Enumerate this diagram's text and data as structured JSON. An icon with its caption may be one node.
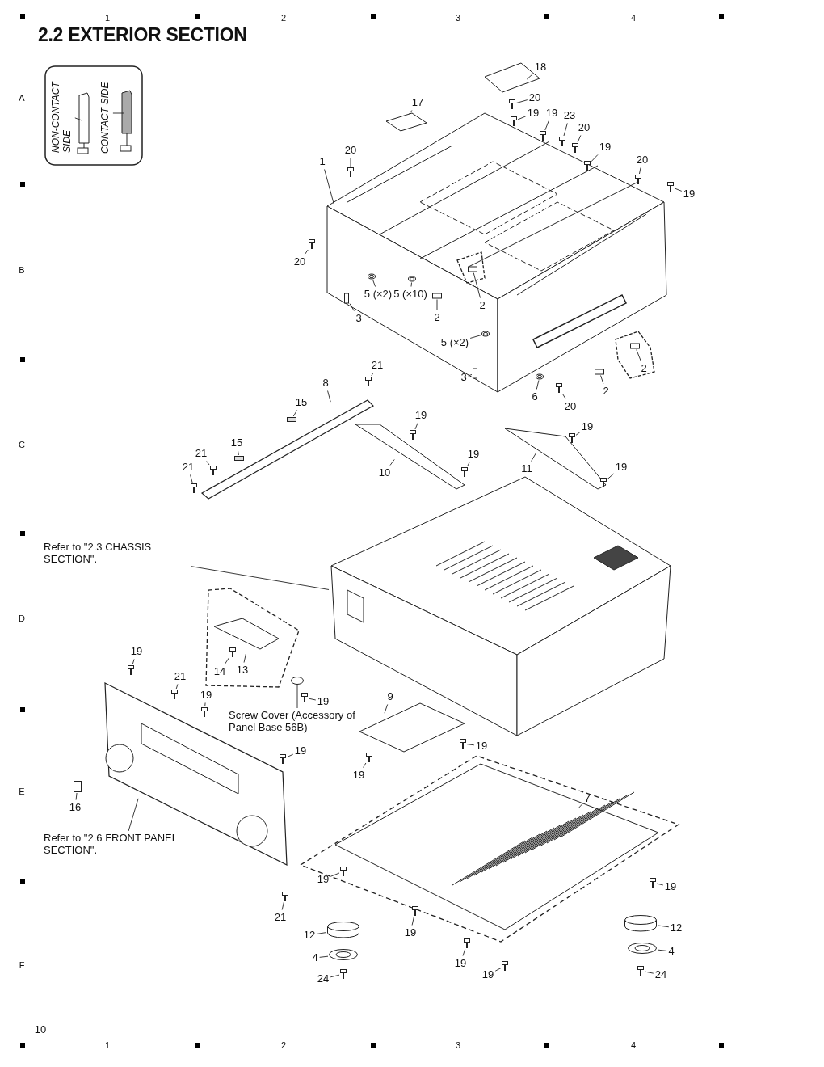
{
  "diagram": {
    "title": "2.2 EXTERIOR SECTION",
    "nodes": [
      {
        "text": [
          "NON-CONTACT SIDE"
        ]
      },
      {
        "text": [
          "CONTACT SIDE"
        ]
      },
      {
        "text": [
          "18"
        ]
      },
      {
        "text": [
          "17"
        ]
      },
      {
        "text": [
          "20"
        ]
      },
      {
        "text": [
          "19"
        ]
      },
      {
        "text": [
          "19"
        ]
      },
      {
        "text": [
          "23"
        ]
      },
      {
        "text": [
          "20"
        ]
      },
      {
        "text": [
          "19"
        ]
      },
      {
        "text": [
          "20"
        ]
      },
      {
        "text": [
          "1"
        ]
      },
      {
        "text": [
          "20"
        ]
      },
      {
        "text": [
          "19"
        ]
      },
      {
        "text": [
          "20"
        ]
      },
      {
        "text": [
          "5 (×2)"
        ]
      },
      {
        "text": [
          "5 (×10)"
        ]
      },
      {
        "text": [
          "2"
        ]
      },
      {
        "text": [
          "3"
        ]
      },
      {
        "text": [
          "2"
        ]
      },
      {
        "text": [
          "5 (×2)"
        ]
      },
      {
        "text": [
          "3"
        ]
      },
      {
        "text": [
          "6"
        ]
      },
      {
        "text": [
          "20"
        ]
      },
      {
        "text": [
          "2"
        ]
      },
      {
        "text": [
          "2"
        ]
      },
      {
        "text": [
          "21"
        ]
      },
      {
        "text": [
          "8"
        ]
      },
      {
        "text": [
          "15"
        ]
      },
      {
        "text": [
          "19"
        ]
      },
      {
        "text": [
          "15"
        ]
      },
      {
        "text": [
          "19"
        ]
      },
      {
        "text": [
          "21"
        ]
      },
      {
        "text": [
          "19"
        ]
      },
      {
        "text": [
          "21"
        ]
      },
      {
        "text": [
          "10"
        ]
      },
      {
        "text": [
          "11"
        ]
      },
      {
        "text": [
          "19"
        ]
      },
      {
        "text": [
          "Refer to \"2.3 CHASSIS SECTION\"."
        ]
      },
      {
        "text": [
          "19"
        ]
      },
      {
        "text": [
          "14"
        ]
      },
      {
        "text": [
          "13"
        ]
      },
      {
        "text": [
          "21"
        ]
      },
      {
        "text": [
          "19"
        ]
      },
      {
        "text": [
          "19"
        ]
      },
      {
        "text": [
          "9"
        ]
      },
      {
        "text": [
          "Screw Cover (Accessory of Panel Base 56B)"
        ]
      },
      {
        "text": [
          "19"
        ]
      },
      {
        "text": [
          "19"
        ]
      },
      {
        "text": [
          "19"
        ]
      },
      {
        "text": [
          "7"
        ]
      },
      {
        "text": [
          "16"
        ]
      },
      {
        "text": [
          "Refer to \"2.6 FRONT PANEL SECTION\"."
        ]
      },
      {
        "text": [
          "19"
        ]
      },
      {
        "text": [
          "19"
        ]
      },
      {
        "text": [
          "21"
        ]
      },
      {
        "text": [
          "12"
        ]
      },
      {
        "text": [
          "19"
        ]
      },
      {
        "text": [
          "12"
        ]
      },
      {
        "text": [
          "4"
        ]
      },
      {
        "text": [
          "4"
        ]
      },
      {
        "text": [
          "19"
        ]
      },
      {
        "text": [
          "24"
        ]
      },
      {
        "text": [
          "19"
        ]
      },
      {
        "text": [
          "24"
        ]
      },
      {
        "text": [],
        "shape": "screw"
      },
      {
        "text": [],
        "shape": "screw"
      },
      {
        "text": [],
        "shape": "screw"
      },
      {
        "text": [],
        "shape": "screw"
      },
      {
        "text": [],
        "shape": "screw"
      },
      {
        "text": [],
        "shape": "screw"
      },
      {
        "text": [],
        "shape": "screw"
      },
      {
        "text": [],
        "shape": "screw"
      },
      {
        "text": [],
        "shape": "screw"
      },
      {
        "text": [],
        "shape": "screw"
      },
      {
        "text": [],
        "shape": "ring"
      },
      {
        "text": [],
        "shape": "ring"
      },
      {
        "text": [],
        "shape": "block"
      },
      {
        "text": [],
        "shape": "block"
      },
      {
        "text": [],
        "shape": "block"
      },
      {
        "text": [],
        "shape": "ring"
      },
      {
        "text": [],
        "shape": "block"
      },
      {
        "text": [],
        "shape": "ring"
      },
      {
        "text": [],
        "shape": "screw"
      },
      {
        "text": [],
        "shape": "block"
      },
      {
        "text": [],
        "shape": "block"
      },
      {
        "text": [],
        "shape": "screw"
      },
      {
        "text": [],
        "shape": "clip"
      },
      {
        "text": [],
        "shape": "screw"
      },
      {
        "text": [],
        "shape": "clip"
      },
      {
        "text": [],
        "shape": "screw"
      },
      {
        "text": [],
        "shape": "screw"
      },
      {
        "text": [],
        "shape": "screw"
      },
      {
        "text": [],
        "shape": "screw"
      },
      {
        "text": [],
        "shape": "screw"
      },
      {
        "text": [],
        "shape": "screw"
      },
      {
        "text": [],
        "shape": "screw"
      },
      {
        "text": [],
        "shape": "screw"
      },
      {
        "text": [],
        "shape": "screw"
      },
      {
        "text": [],
        "shape": "screw"
      },
      {
        "text": [],
        "shape": "oval"
      },
      {
        "text": [],
        "shape": "screw"
      },
      {
        "text": [],
        "shape": "screw"
      },
      {
        "text": [],
        "shape": "screw"
      },
      {
        "text": [],
        "shape": "box"
      },
      {
        "text": [],
        "shape": "screw"
      },
      {
        "text": [],
        "shape": "screw"
      },
      {
        "text": [],
        "shape": "screw"
      },
      {
        "text": [],
        "shape": "cylinder"
      },
      {
        "text": [],
        "shape": "screw"
      },
      {
        "text": [],
        "shape": "cylinder"
      },
      {
        "text": [],
        "shape": "ring"
      },
      {
        "text": [],
        "shape": "ring"
      },
      {
        "text": [],
        "shape": "screw"
      },
      {
        "text": [],
        "shape": "screw"
      },
      {
        "text": [],
        "shape": "screw"
      },
      {
        "text": [],
        "shape": "screw"
      }
    ],
    "edges": [
      {
        "from": 0,
        "to": null,
        "arrow": "none"
      },
      {
        "from": 1,
        "to": null,
        "arrow": "none"
      },
      {
        "from": 2,
        "to": null,
        "arrow": "none"
      },
      {
        "from": 3,
        "to": null,
        "arrow": "none"
      },
      {
        "from": 4,
        "to": 65,
        "arrow": "none"
      },
      {
        "from": 5,
        "to": 66,
        "arrow": "none"
      },
      {
        "from": 6,
        "to": 67,
        "arrow": "none"
      },
      {
        "from": 7,
        "to": 68,
        "arrow": "none"
      },
      {
        "from": 8,
        "to": 69,
        "arrow": "none"
      },
      {
        "from": 9,
        "to": 70,
        "arrow": "none"
      },
      {
        "from": 10,
        "to": 71,
        "arrow": "none"
      },
      {
        "from": 11,
        "to": null,
        "arrow": "none"
      },
      {
        "from": 12,
        "to": 72,
        "arrow": "none"
      },
      {
        "from": 13,
        "to": 73,
        "arrow": "none"
      },
      {
        "from": 14,
        "to": 74,
        "arrow": "none"
      },
      {
        "from": 15,
        "to": 75,
        "arrow": "none"
      },
      {
        "from": 16,
        "to": 76,
        "arrow": "none"
      },
      {
        "from": 17,
        "to": 77,
        "arrow": "none"
      },
      {
        "from": 18,
        "to": 78,
        "arrow": "none"
      },
      {
        "from": 19,
        "to": 79,
        "arrow": "none"
      },
      {
        "from": 20,
        "to": 80,
        "arrow": "none"
      },
      {
        "from": 21,
        "to": 81,
        "arrow": "none"
      },
      {
        "from": 22,
        "to": 82,
        "arrow": "none"
      },
      {
        "from": 23,
        "to": 83,
        "arrow": "none"
      },
      {
        "from": 24,
        "to": 84,
        "arrow": "none"
      },
      {
        "from": 25,
        "to": 85,
        "arrow": "none"
      },
      {
        "from": 26,
        "to": 86,
        "arrow": "none"
      },
      {
        "from": 27,
        "to": null,
        "arrow": "none"
      },
      {
        "from": 28,
        "to": 87,
        "arrow": "none"
      },
      {
        "from": 29,
        "to": 88,
        "arrow": "none"
      },
      {
        "from": 30,
        "to": 89,
        "arrow": "none"
      },
      {
        "from": 31,
        "to": 90,
        "arrow": "none"
      },
      {
        "from": 32,
        "to": 91,
        "arrow": "none"
      },
      {
        "from": 33,
        "to": 92,
        "arrow": "none"
      },
      {
        "from": 34,
        "to": 93,
        "arrow": "none"
      },
      {
        "from": 35,
        "to": null,
        "arrow": "none"
      },
      {
        "from": 36,
        "to": null,
        "arrow": "none"
      },
      {
        "from": 37,
        "to": 94,
        "arrow": "none"
      },
      {
        "from": 38,
        "to": null,
        "arrow": "none"
      },
      {
        "from": 39,
        "to": 95,
        "arrow": "none"
      },
      {
        "from": 40,
        "to": 96,
        "arrow": "none"
      },
      {
        "from": 41,
        "to": null,
        "arrow": "none"
      },
      {
        "from": 42,
        "to": 97,
        "arrow": "none"
      },
      {
        "from": 43,
        "to": 98,
        "arrow": "none"
      },
      {
        "from": 44,
        "to": 99,
        "arrow": "none"
      },
      {
        "from": 45,
        "to": null,
        "arrow": "none"
      },
      {
        "from": 46,
        "to": 100,
        "arrow": "none"
      },
      {
        "from": 47,
        "to": 101,
        "arrow": "none"
      },
      {
        "from": 48,
        "to": 102,
        "arrow": "none"
      },
      {
        "from": 49,
        "to": 103,
        "arrow": "none"
      },
      {
        "from": 50,
        "to": null,
        "arrow": "none"
      },
      {
        "from": 51,
        "to": 104,
        "arrow": "none"
      },
      {
        "from": 52,
        "to": null,
        "arrow": "none"
      },
      {
        "from": 53,
        "to": 105,
        "arrow": "none"
      },
      {
        "from": 54,
        "to": 106,
        "arrow": "none"
      },
      {
        "from": 55,
        "to": 107,
        "arrow": "none"
      },
      {
        "from": 56,
        "to": 108,
        "arrow": "none"
      },
      {
        "from": 57,
        "to": 109,
        "arrow": "none"
      },
      {
        "from": 58,
        "to": 110,
        "arrow": "none"
      },
      {
        "from": 59,
        "to": 111,
        "arrow": "none"
      },
      {
        "from": 60,
        "to": 112,
        "arrow": "none"
      },
      {
        "from": 61,
        "to": 113,
        "arrow": "none"
      },
      {
        "from": 62,
        "to": 114,
        "arrow": "none"
      },
      {
        "from": 63,
        "to": 115,
        "arrow": "none"
      },
      {
        "from": 64,
        "to": 116,
        "arrow": "none"
      }
    ],
    "labels": [
      "1",
      "2",
      "3",
      "4",
      "A",
      "B",
      "C",
      "D",
      "E",
      "F",
      "10",
      "1",
      "2",
      "3",
      "4"
    ]
  }
}
